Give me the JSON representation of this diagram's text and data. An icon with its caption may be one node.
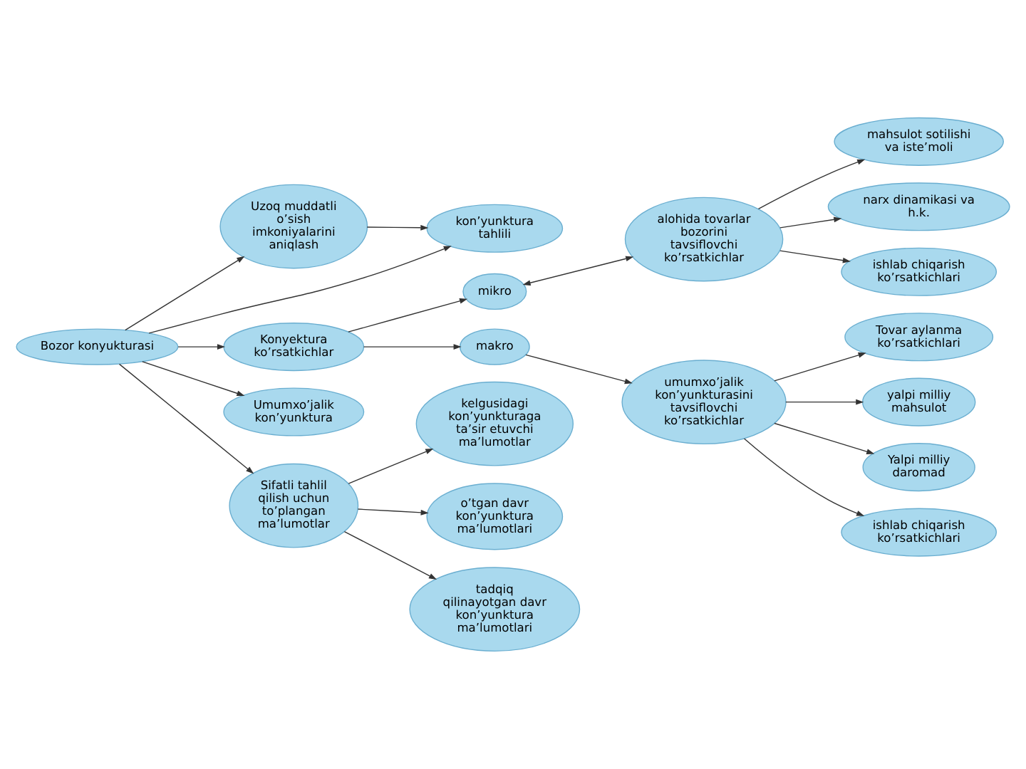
{
  "diagram": {
    "nodes": [
      {
        "text": [
          "mahsulot sotilishi va iste’moli"
        ]
      },
      {
        "text": [
          "narx dinamikasi va h.k."
        ]
      },
      {
        "text": [
          "mikro"
        ]
      },
      {
        "text": [
          "ishlab chiqarish ko’rsatkichlari"
        ]
      },
      {
        "text": [
          "alohida tovarlar bozorini tavsiflovchi ko’rsatkichlar"
        ]
      },
      {
        "text": [
          "makro"
        ]
      },
      {
        "text": [
          "Uzoq muddatli o’sish imkoniyalarini aniqlash"
        ]
      },
      {
        "text": [
          "kon’yunktura tahlili"
        ]
      },
      {
        "text": [
          "Konyektura ko’rsatkichlar"
        ]
      },
      {
        "text": [
          "umumxo’jalik kon’yunkturasini tavsiflovchi ko’rsatkichlar"
        ]
      },
      {
        "text": [
          "Bozor konyukturasi"
        ]
      },
      {
        "text": [
          "Umumxo’jalik kon’yunktura"
        ]
      },
      {
        "text": [
          "Sifatli tahlil qilish uchun to’plangan ma’lumotlar"
        ]
      },
      {
        "text": [
          "Tovar aylanma ko’rsatkichlari"
        ]
      },
      {
        "text": [
          "yalpi milliy mahsulot"
        ]
      },
      {
        "text": [
          "kelgusidagi kon’yunkturaga ta’sir etuvchi ma’lumotlar"
        ]
      },
      {
        "text": [
          "Yalpi milliy daromad"
        ]
      },
      {
        "text": [
          "o’tgan davr kon’yunktura ma’lumotlari"
        ]
      },
      {
        "text": [
          "tadqiq qilinayotgan davr kon’yunktura ma’lumotlari"
        ]
      },
      {
        "text": [
          "ishlab chiqarish ko’rsatkichlari"
        ]
      }
    ],
    "edges": [
      {
        "from": 10,
        "to": 8,
        "arrow": "to"
      },
      {
        "from": 10,
        "to": 7,
        "arrow": "to"
      },
      {
        "from": 10,
        "to": 6,
        "arrow": "to"
      },
      {
        "from": 10,
        "to": 11,
        "arrow": "to"
      },
      {
        "from": 10,
        "to": 12,
        "arrow": "to"
      },
      {
        "from": 6,
        "to": 7,
        "arrow": "to"
      },
      {
        "from": 8,
        "to": 2,
        "arrow": "to"
      },
      {
        "from": 8,
        "to": 5,
        "arrow": "to"
      },
      {
        "from": 2,
        "to": 4,
        "arrow": "both"
      },
      {
        "from": 4,
        "to": 0,
        "arrow": "to"
      },
      {
        "from": 4,
        "to": 1,
        "arrow": "to"
      },
      {
        "from": 4,
        "to": 3,
        "arrow": "to"
      },
      {
        "from": 5,
        "to": 9,
        "arrow": "to"
      },
      {
        "from": 9,
        "to": 13,
        "arrow": "to"
      },
      {
        "from": 9,
        "to": 16,
        "arrow": "to"
      },
      {
        "from": 9,
        "to": 19,
        "arrow": "to"
      },
      {
        "from": 9,
        "to": 14,
        "arrow": "to"
      },
      {
        "from": 12,
        "to": 15,
        "arrow": "to"
      },
      {
        "from": 12,
        "to": 18,
        "arrow": "to"
      },
      {
        "from": 12,
        "to": 17,
        "arrow": "to"
      }
    ]
  }
}
